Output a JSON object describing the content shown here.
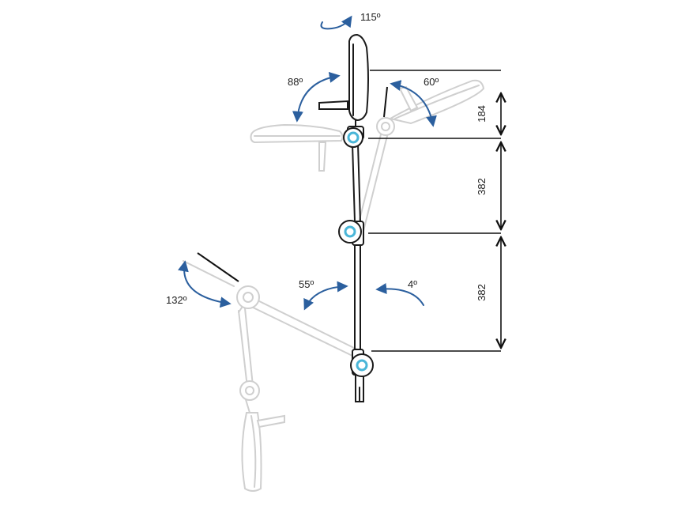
{
  "labels": {
    "rotation": "115º",
    "head_up": "88º",
    "head_back": "60º",
    "lower_left": "132º",
    "mid_left": "55º",
    "mid_right": "4º",
    "dim_top": "184",
    "dim_mid": "382",
    "dim_bottom": "382"
  },
  "colors": {
    "arrow": "#2b5f9e",
    "joint": "#4ab6d8",
    "ink": "#1a1a1a",
    "ghost": "#cfcfcf"
  }
}
